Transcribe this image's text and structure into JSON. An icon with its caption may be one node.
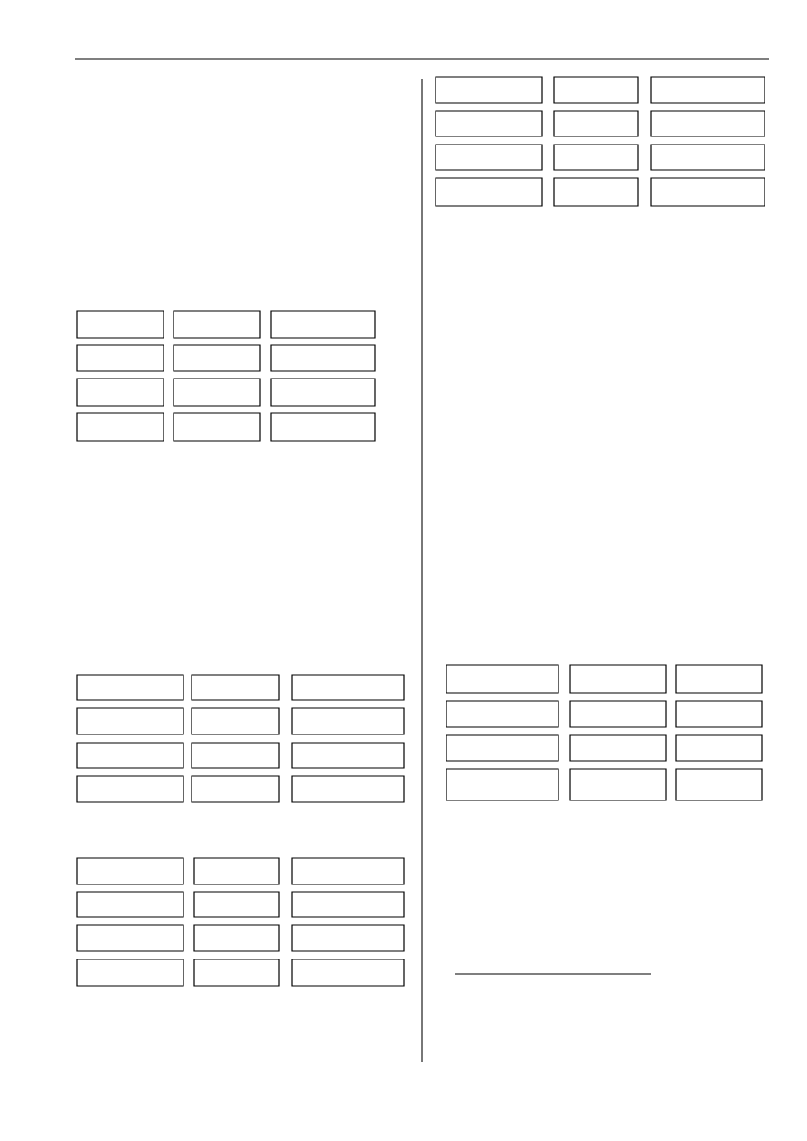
{
  "diagram": {
    "nodes": [
      {
        "text": [],
        "shape": "box"
      },
      {
        "text": [],
        "shape": "box"
      },
      {
        "text": [],
        "shape": "box"
      },
      {
        "text": [],
        "shape": "box"
      },
      {
        "text": [],
        "shape": "box"
      },
      {
        "text": [],
        "shape": "box"
      },
      {
        "text": [],
        "shape": "box"
      },
      {
        "text": [],
        "shape": "box"
      },
      {
        "text": [],
        "shape": "box"
      },
      {
        "text": [],
        "shape": "box"
      },
      {
        "text": [],
        "shape": "box"
      },
      {
        "text": [],
        "shape": "box"
      },
      {
        "text": [],
        "shape": "box"
      },
      {
        "text": [],
        "shape": "box"
      },
      {
        "text": [],
        "shape": "box"
      },
      {
        "text": [],
        "shape": "box"
      },
      {
        "text": [],
        "shape": "box"
      },
      {
        "text": [],
        "shape": "box"
      },
      {
        "text": [],
        "shape": "box"
      },
      {
        "text": [],
        "shape": "box"
      },
      {
        "text": [],
        "shape": "box"
      },
      {
        "text": [],
        "shape": "box"
      },
      {
        "text": [],
        "shape": "box"
      },
      {
        "text": [],
        "shape": "box"
      },
      {
        "text": [],
        "shape": "box"
      },
      {
        "text": [],
        "shape": "box"
      },
      {
        "text": [],
        "shape": "box"
      },
      {
        "text": [],
        "shape": "box"
      },
      {
        "text": [],
        "shape": "box"
      },
      {
        "text": [],
        "shape": "box"
      },
      {
        "text": [],
        "shape": "box"
      },
      {
        "text": [],
        "shape": "box"
      },
      {
        "text": [],
        "shape": "box"
      },
      {
        "text": [],
        "shape": "box"
      },
      {
        "text": [],
        "shape": "box"
      },
      {
        "text": [],
        "shape": "box"
      },
      {
        "text": [],
        "shape": "box"
      },
      {
        "text": [],
        "shape": "box"
      },
      {
        "text": [],
        "shape": "box"
      },
      {
        "text": [],
        "shape": "box"
      },
      {
        "text": [],
        "shape": "box"
      },
      {
        "text": [],
        "shape": "box"
      },
      {
        "text": [],
        "shape": "box"
      },
      {
        "text": [],
        "shape": "box"
      },
      {
        "text": [],
        "shape": "box"
      },
      {
        "text": [],
        "shape": "box"
      },
      {
        "text": [],
        "shape": "box"
      },
      {
        "text": [],
        "shape": "box"
      },
      {
        "text": [],
        "shape": "box"
      },
      {
        "text": [],
        "shape": "box"
      },
      {
        "text": [],
        "shape": "box"
      },
      {
        "text": [],
        "shape": "box"
      },
      {
        "text": [],
        "shape": "box"
      },
      {
        "text": [],
        "shape": "box"
      },
      {
        "text": [],
        "shape": "box"
      },
      {
        "text": [],
        "shape": "box"
      },
      {
        "text": [],
        "shape": "box"
      },
      {
        "text": [],
        "shape": "box"
      },
      {
        "text": [],
        "shape": "box"
      },
      {
        "text": [],
        "shape": "box"
      }
    ]
  }
}
